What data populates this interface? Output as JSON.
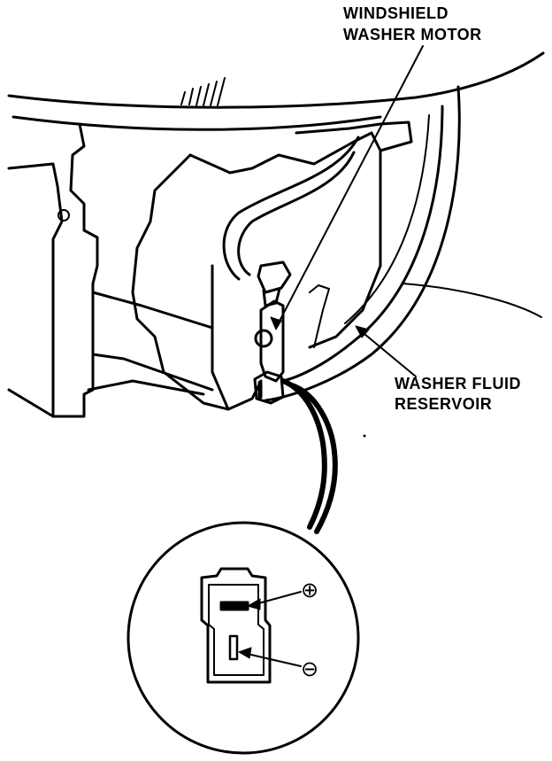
{
  "labels": {
    "motor_line1": "WINDSHIELD",
    "motor_line2": "WASHER MOTOR",
    "reservoir_line1": "WASHER FLUID",
    "reservoir_line2": "RESERVOIR"
  },
  "connector": {
    "positive_symbol": "⊕",
    "negative_symbol": "⊖"
  }
}
